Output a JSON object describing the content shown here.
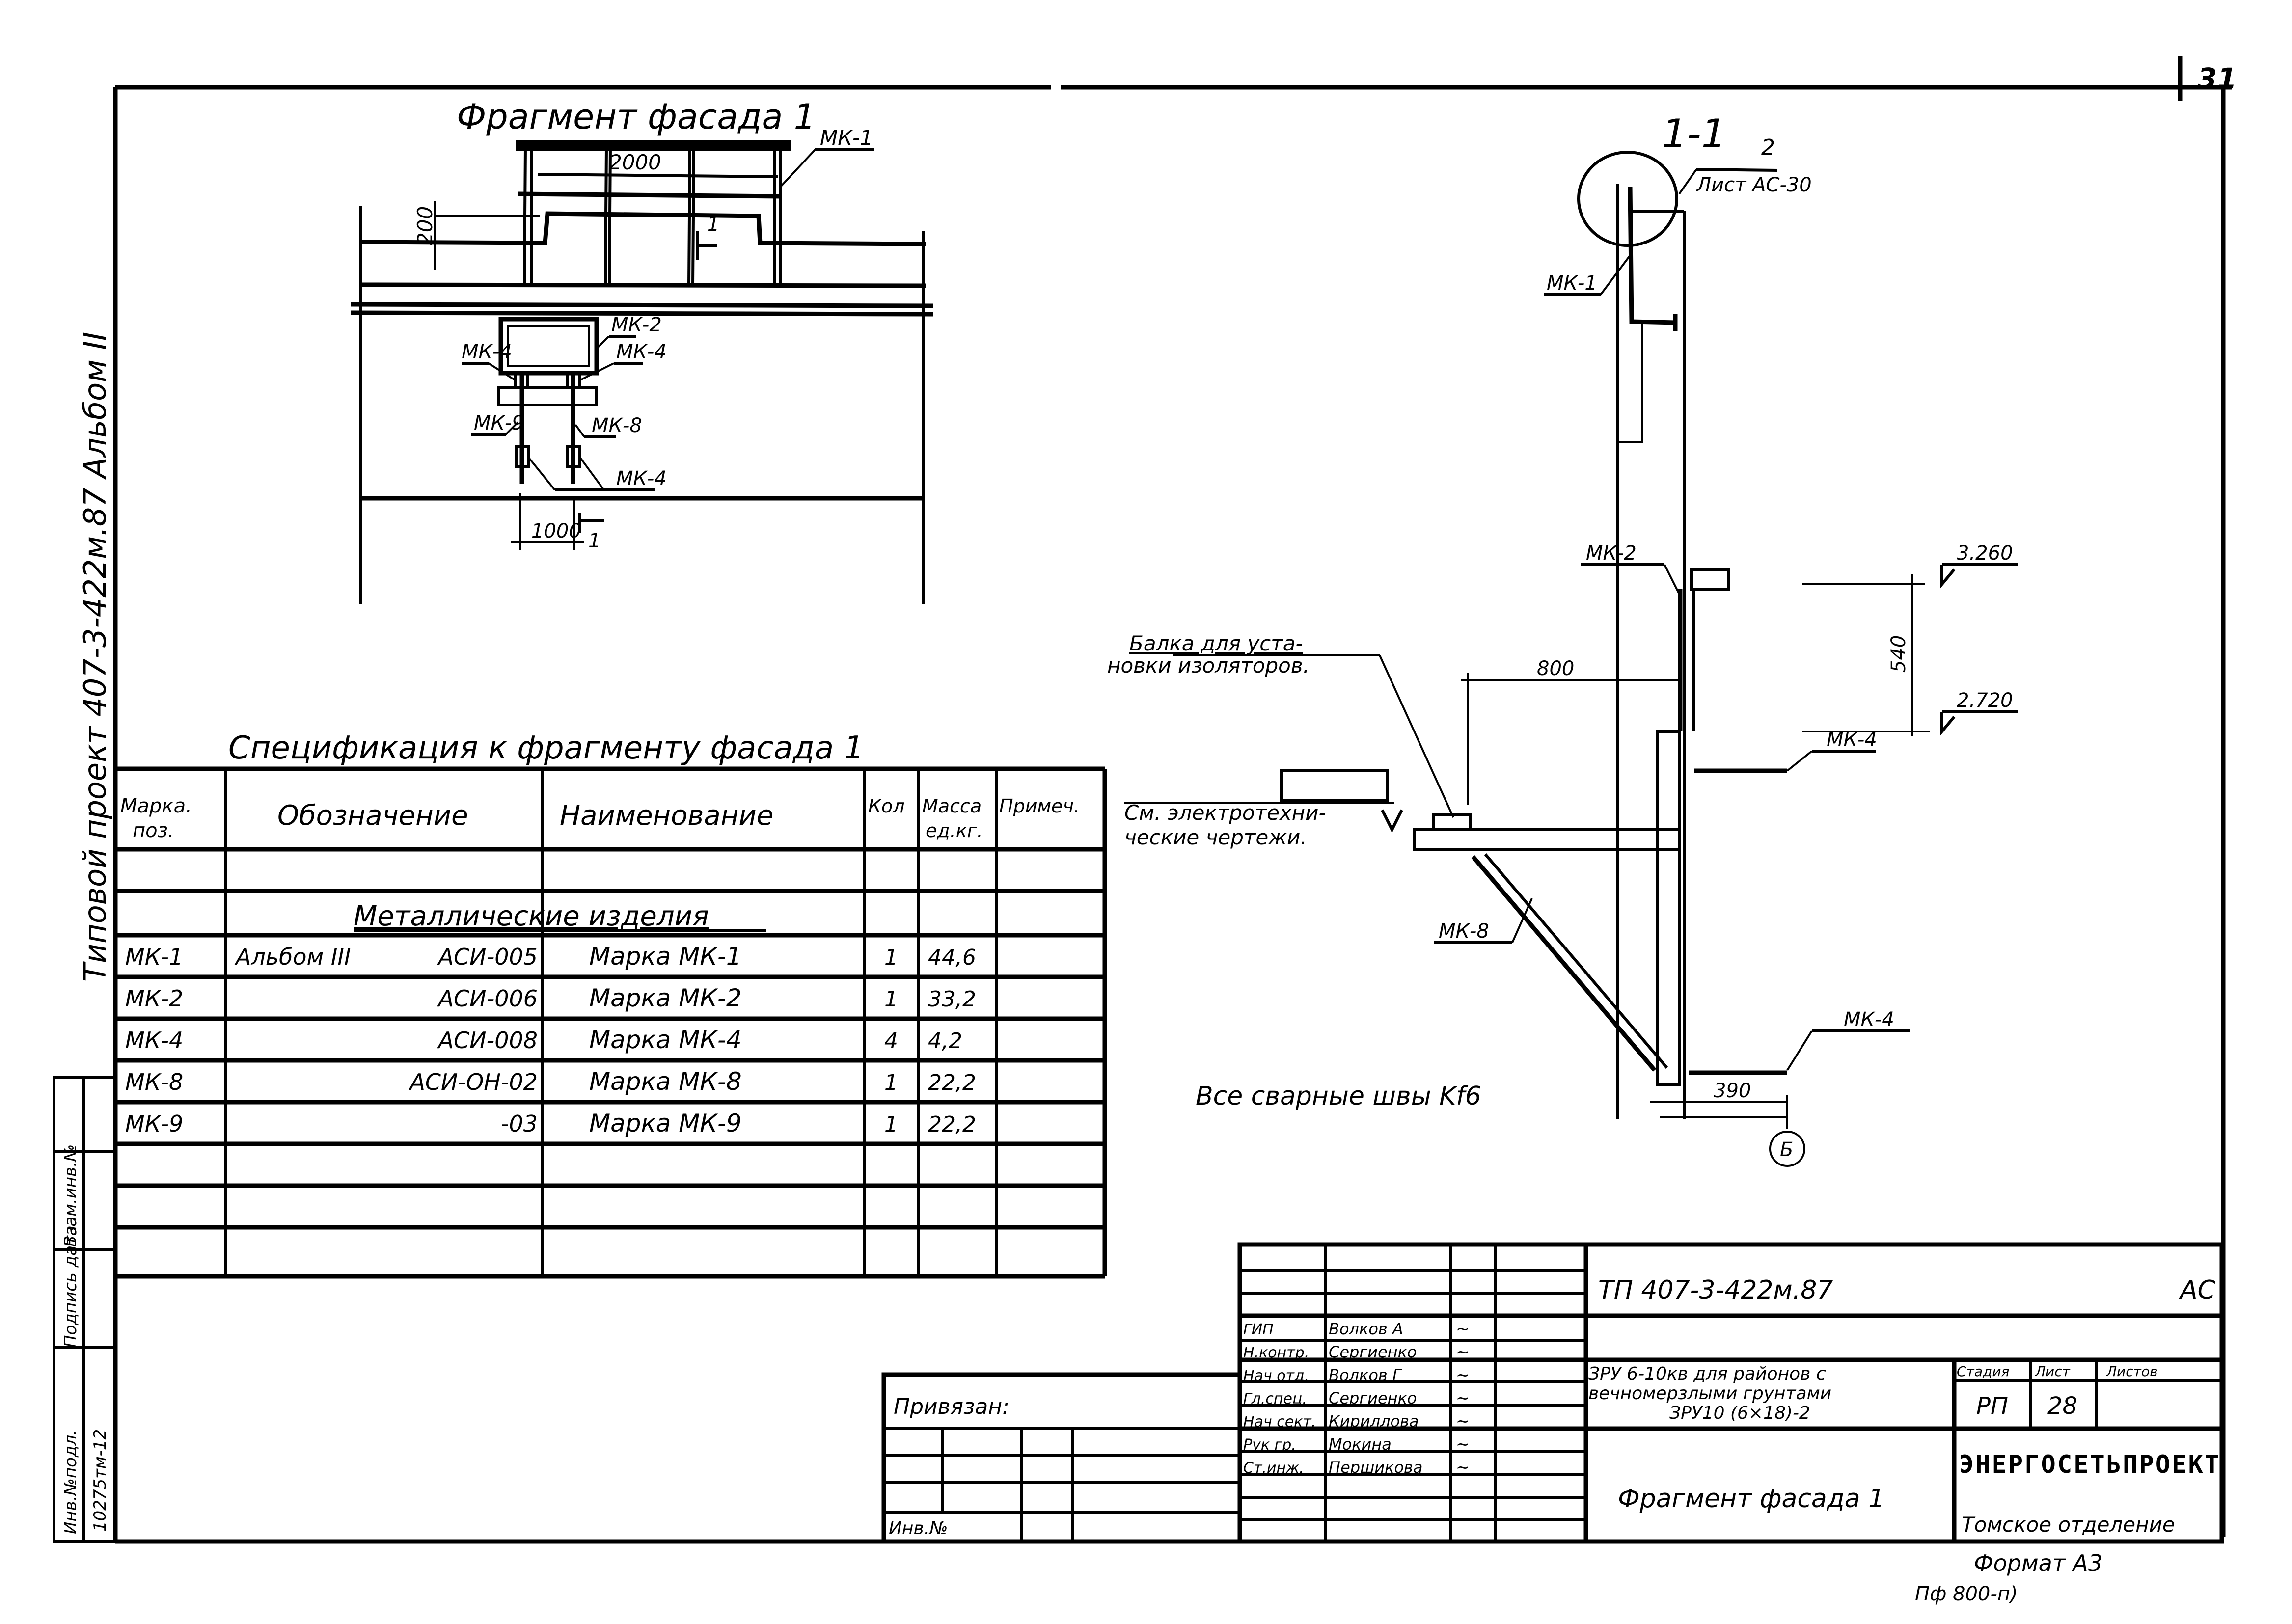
{
  "sheet": {
    "page_number": "31",
    "side_stamp": "Типовой проект 407-3-422м.87 Альбом II",
    "format": "Формат А3",
    "bottom_code": "Пф 800-п)"
  },
  "facade_fragment": {
    "title": "Фрагмент фасада 1",
    "dim_top": "2000",
    "dim_left": "200",
    "dim_bottom": "1000",
    "section_mark": "1",
    "labels": {
      "mk1": "МК-1",
      "mk2": "МК-2",
      "mk4_left": "МК-4",
      "mk4_right": "МК-4",
      "mk9": "МК-9",
      "mk8": "МК-8",
      "mk4_bottom": "МК-4"
    }
  },
  "section_1_1": {
    "title": "1-1",
    "callout_num": "2",
    "callout_ref": "Лист АС-30",
    "labels": {
      "mk1": "МК-1",
      "mk2": "МК-2",
      "mk4_top": "МК-4",
      "mk8": "МК-8",
      "mk4_bottom": "МК-4"
    },
    "beam_note_line1": "Балка для уста-",
    "beam_note_line2": "новки изоляторов.",
    "elec_note_line1": "См. электротехни-",
    "elec_note_line2": "ческие чертежи.",
    "dim_800": "800",
    "dim_540": "540",
    "dim_390": "390",
    "level_top": "3.260",
    "level_bottom": "2.720",
    "axis": "Б",
    "weld_note": "Все сварные швы Kf6"
  },
  "specification": {
    "title": "Спецификация к фрагменту фасада 1",
    "headers": [
      "Марка. поз.",
      "Обозначение",
      "Наименование",
      "Кол",
      "Масса ед.кг.",
      "Примеч."
    ],
    "section_title": "Металлические изделия",
    "rows": [
      {
        "mark": "МК-1",
        "album": "Альбом III",
        "code": "АСИ-005",
        "name": "Марка МК-1",
        "qty": "1",
        "mass": "44,6",
        "note": ""
      },
      {
        "mark": "МК-2",
        "album": "",
        "code": "АСИ-006",
        "name": "Марка МК-2",
        "qty": "1",
        "mass": "33,2",
        "note": ""
      },
      {
        "mark": "МК-4",
        "album": "",
        "code": "АСИ-008",
        "name": "Марка МК-4",
        "qty": "4",
        "mass": "4,2",
        "note": ""
      },
      {
        "mark": "МК-8",
        "album": "",
        "code": "АСИ-ОН-02",
        "name": "Марка МК-8",
        "qty": "1",
        "mass": "22,2",
        "note": ""
      },
      {
        "mark": "МК-9",
        "album": "",
        "code": "-03",
        "name": "Марка МК-9",
        "qty": "1",
        "mass": "22,2",
        "note": ""
      }
    ]
  },
  "left_stamp": {
    "inv_orig_label": "Инв.№подл.",
    "inv_orig_value": "10275тм-12",
    "sign_date_label": "Подпись дата",
    "replace_inv_label": "Взам.инв.№"
  },
  "binding": {
    "label": "Привязан:",
    "inv_label": "Инв.№"
  },
  "title_block": {
    "project_code": "ТП   407-3-422м.87",
    "set_code": "АС",
    "staff": [
      {
        "role": "ГИП",
        "name": "Волков А",
        "sign": "~"
      },
      {
        "role": "Н.контр.",
        "name": "Сергиенко",
        "sign": "~"
      },
      {
        "role": "Нач отд.",
        "name": "Волков Г",
        "sign": "~"
      },
      {
        "role": "Гл.спец.",
        "name": "Сергиенко",
        "sign": "~"
      },
      {
        "role": "Нач сект.",
        "name": "Кириллова",
        "sign": "~"
      },
      {
        "role": "Рук гр.",
        "name": "Мокина",
        "sign": "~"
      },
      {
        "role": "Ст.инж.",
        "name": "Першикова",
        "sign": "~"
      }
    ],
    "object_line1": "ЗРУ 6-10кв для районов с",
    "object_line2": "вечномерзлыми грунтами",
    "object_line3": "ЗРУ10 (6×18)-2",
    "stage_label": "Стадия",
    "sheet_label": "Лист",
    "sheets_label": "Листов",
    "stage_value": "РП",
    "sheet_value": "28",
    "sheets_value": "",
    "drawing_title": "Фрагмент фасада 1",
    "org_name": "ЭНЕРГОСЕТЬПРОЕКТ",
    "org_branch": "Томское отделение"
  }
}
